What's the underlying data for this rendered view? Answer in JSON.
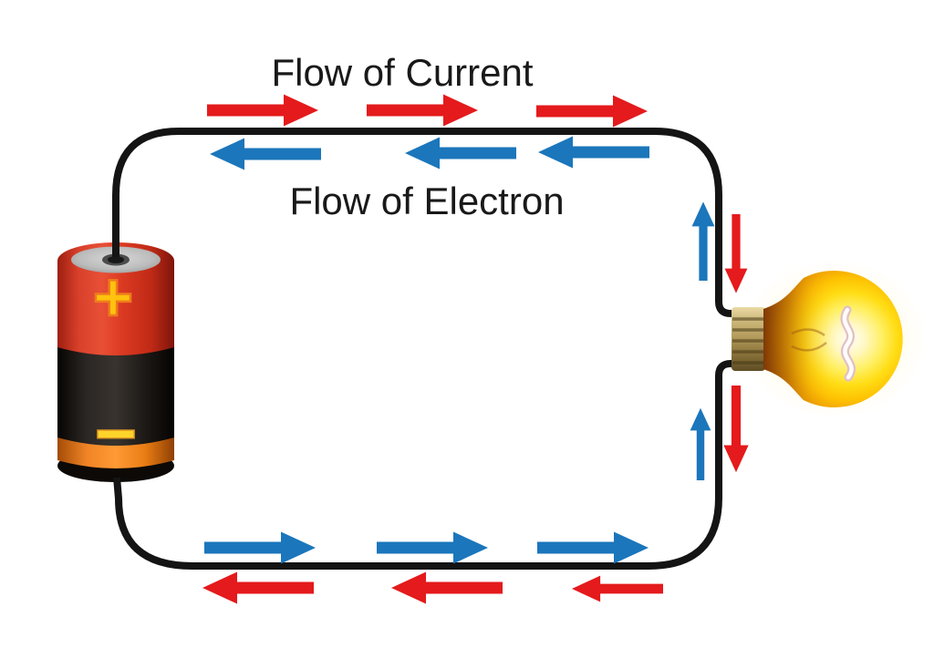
{
  "diagram": {
    "labels": {
      "current_flow": "Flow of Current",
      "electron_flow": "Flow of Electron"
    },
    "battery": {
      "positive_terminal": "+",
      "negative_terminal": "−"
    },
    "arrows": {
      "current": {
        "color": "#e41a1c",
        "direction": "clockwise",
        "count": 8
      },
      "electron": {
        "color": "#1b76bb",
        "direction": "counterclockwise",
        "count": 8
      }
    },
    "colors": {
      "wire": "#141414",
      "background": "#ffffff",
      "text": "#191919",
      "battery_red": "#da3a26",
      "battery_black": "#17120e",
      "battery_orange_band": "#f5831f",
      "battery_terminal_yellow": "#ffc20e",
      "bulb_glass_yellow": "#ffd60f",
      "bulb_base_brass": "#b49a58"
    }
  }
}
